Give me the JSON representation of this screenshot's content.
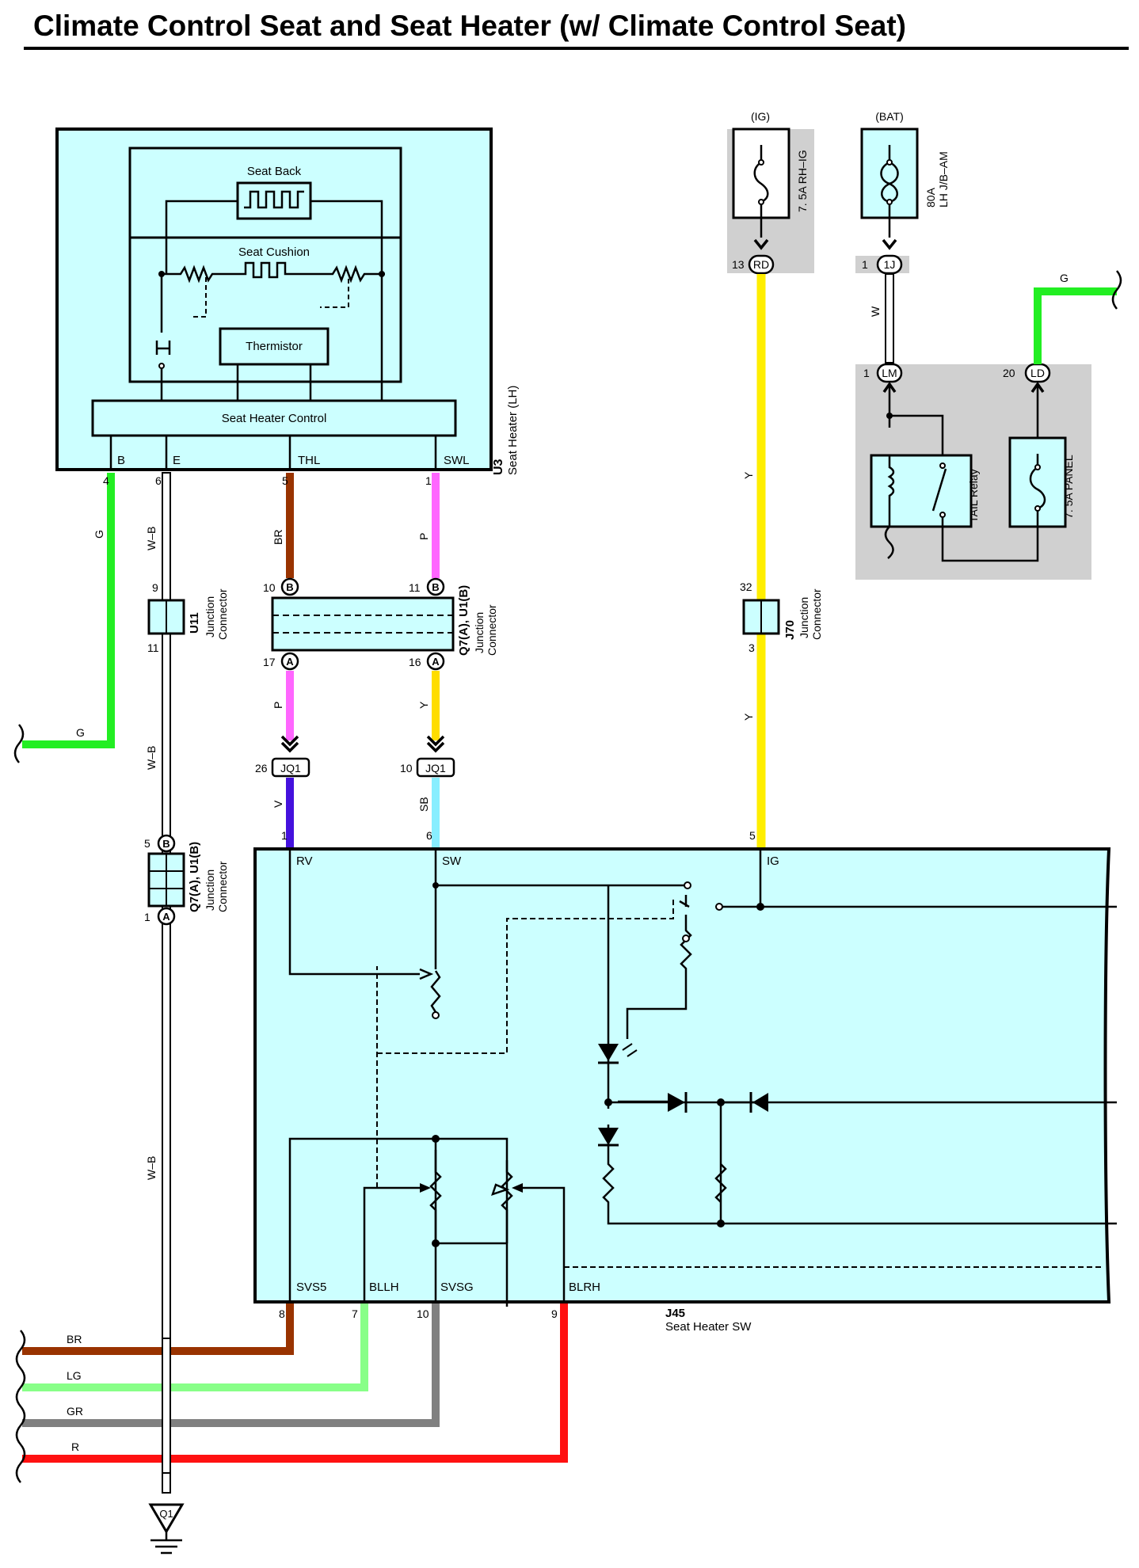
{
  "title": "Climate Control Seat and Seat Heater (w/ Climate Control Seat)",
  "colors": {
    "component_fill": "#ccffff",
    "fuse_box_fill": "#d0d0d0",
    "G": "#22ee22",
    "BR": "#993300",
    "P": "#ff66ff",
    "Y": "#ffee00",
    "V": "#4411dd",
    "SB": "#88eeff",
    "W": "#ffffff",
    "WB": "#ffffff",
    "LG": "#88ff88",
    "GR": "#808080",
    "R": "#ff1111"
  },
  "seat_heater": {
    "seat_back": "Seat Back",
    "seat_cushion": "Seat Cushion",
    "thermistor": "Thermistor",
    "control": "Seat Heater Control",
    "pins": {
      "b": "B",
      "e": "E",
      "thl": "THL",
      "swl": "SWL"
    },
    "pin_numbers": {
      "b": "4",
      "e": "6",
      "thl": "5",
      "swl": "1"
    },
    "code": "U3",
    "name": "Seat Heater (LH)"
  },
  "fuses": {
    "ig_source": "(IG)",
    "ig_fuse": "7. 5A RH–IG",
    "bat_source": "(BAT)",
    "bat_fuse_amp": "80A",
    "bat_fuse_name": "LH J/B–AM",
    "panel_fuse": "7. 5A PANEL",
    "relay": "TAIL Relay"
  },
  "terminals": {
    "rd_pin": "13",
    "rd": "RD",
    "j1_pin": "1",
    "j1": "1J",
    "lm_pin": "1",
    "lm": "LM",
    "ld_pin": "20",
    "ld": "LD"
  },
  "wires": {
    "g_left": "G",
    "wb1": "W–B",
    "wb2": "W–B",
    "wb3": "W–B",
    "br": "BR",
    "p1": "P",
    "p2": "P",
    "y1": "Y",
    "v": "V",
    "sb": "SB",
    "y_ig1": "Y",
    "y_ig2": "Y",
    "w": "W",
    "g_right": "G",
    "g_left_bottom": "G",
    "bottom": {
      "br": "BR",
      "lg": "LG",
      "gr": "GR",
      "r": "R"
    }
  },
  "connectors": {
    "u11_code": "U11",
    "u11_label": "Junction",
    "u11_label2": "Connector",
    "u11_in": "9",
    "u11_out": "11",
    "q7_code": "Q7(A), U1(B)",
    "q7_label": "Junction",
    "q7_label2": "Connector",
    "q7_b1": "10",
    "q7_b2": "11",
    "q7_a1": "17",
    "q7_a2": "16",
    "q7_lower_code": "Q7(A), U1(B)",
    "q7_lower_label": "Junction",
    "q7_lower_label2": "Connector",
    "q7_lower_b": "5",
    "q7_lower_a": "1",
    "j70_code": "J70",
    "j70_label": "Junction",
    "j70_label2": "Connector",
    "j70_in": "32",
    "j70_out": "3",
    "jq1": "JQ1",
    "jq1_left_pin": "26",
    "jq1_right_pin": "10",
    "letter_a": "A",
    "letter_b": "B"
  },
  "switch": {
    "code": "J45",
    "name": "Seat Heater SW",
    "top_pins": {
      "rv": "RV",
      "sw": "SW",
      "ig": "IG"
    },
    "top_numbers": {
      "rv": "1",
      "sw": "6",
      "ig": "5"
    },
    "bottom_pins": {
      "svs5": "SVS5",
      "bllh": "BLLH",
      "svsg": "SVSG",
      "blrh": "BLRH"
    },
    "bottom_numbers": {
      "svs5": "8",
      "bllh": "7",
      "svsg": "10",
      "blrh": "9"
    }
  },
  "ground": "Q1"
}
